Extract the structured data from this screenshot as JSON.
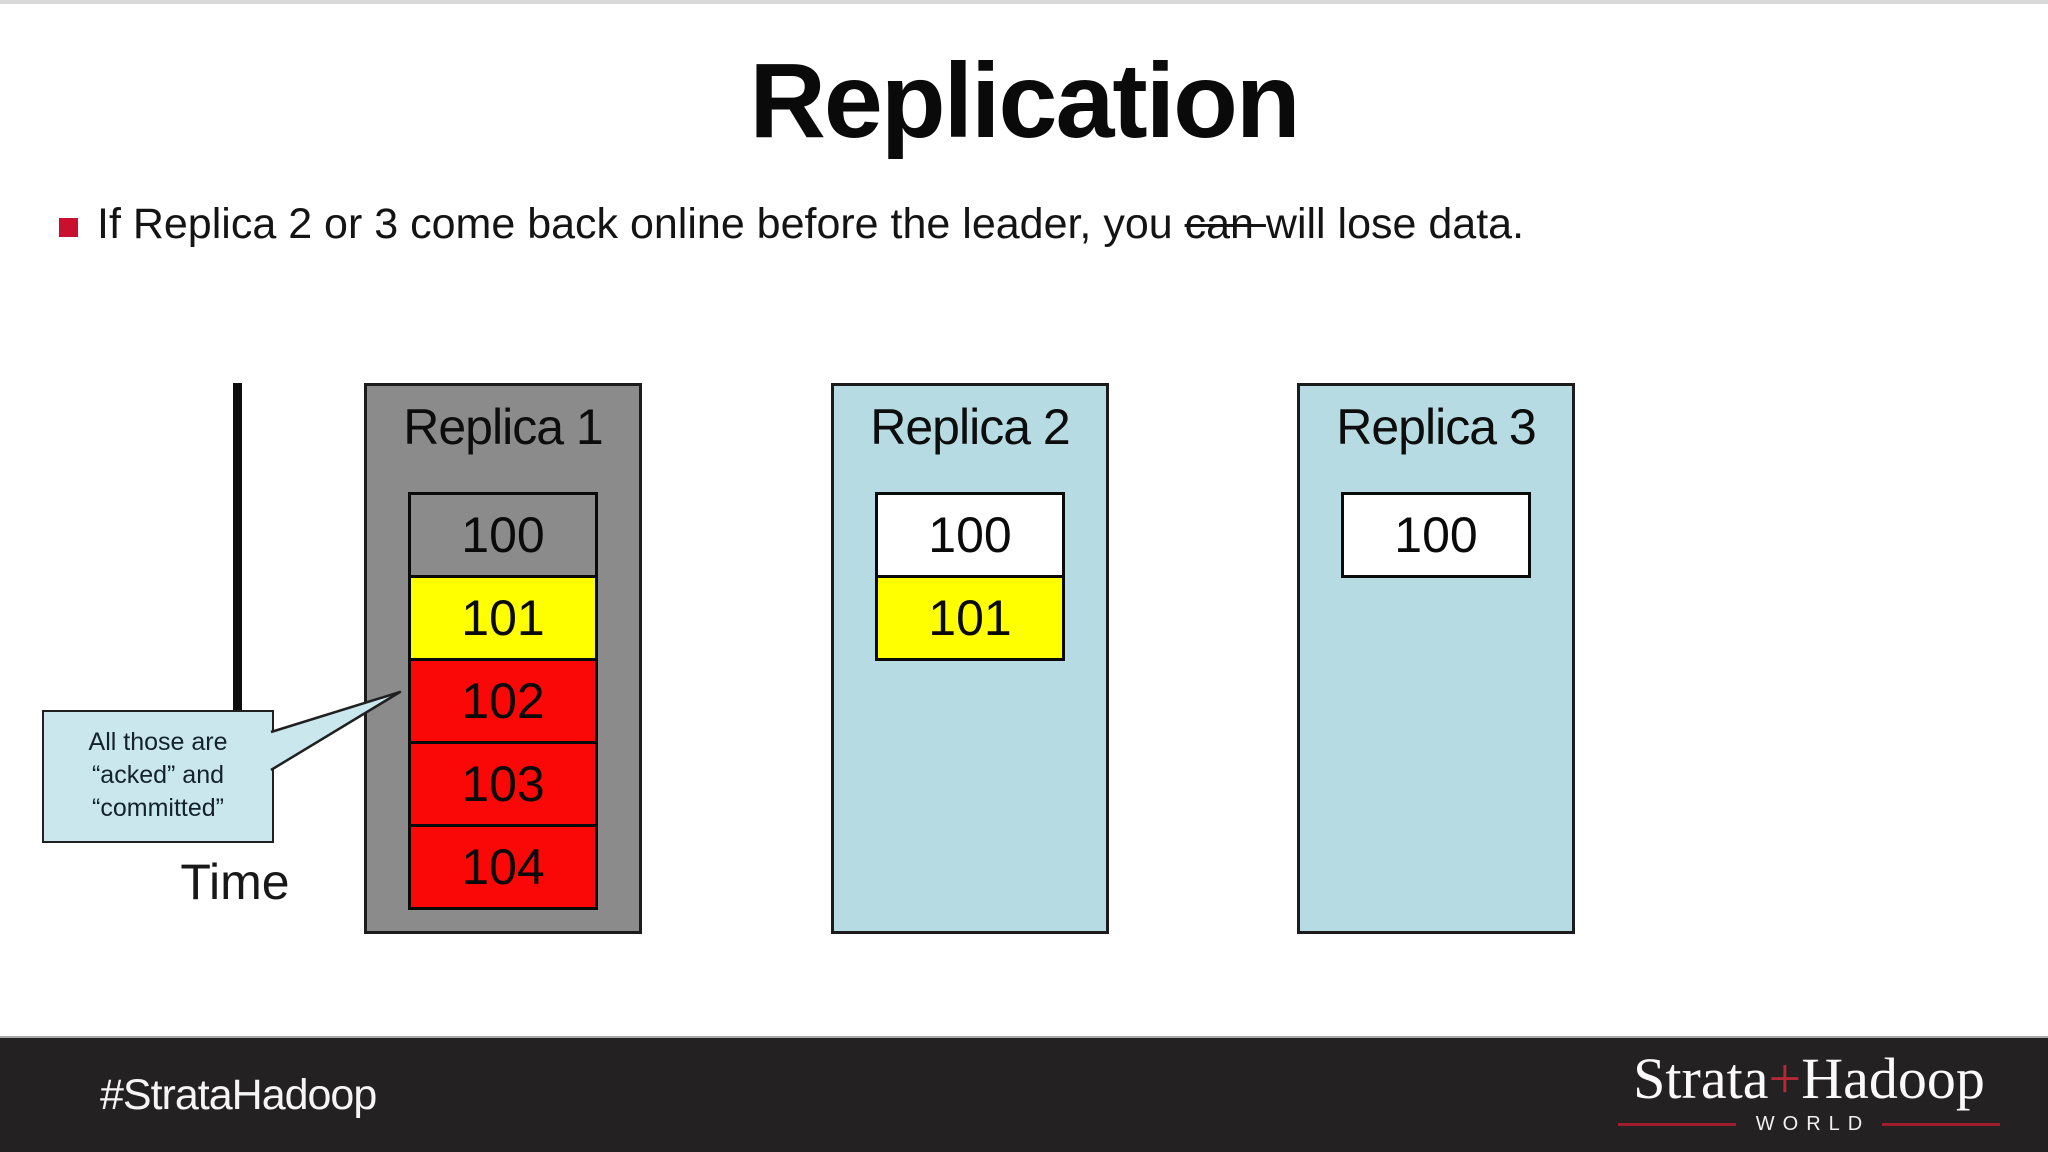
{
  "slide": {
    "title": "Replication",
    "bullet": {
      "before": "If Replica 2 or 3 come back online before the leader, you ",
      "struck": "can ",
      "after": "will lose data."
    }
  },
  "diagram": {
    "time_label": "Time",
    "callout": {
      "line1": "All those are",
      "line2": "“acked” and",
      "line3": "“committed”"
    },
    "replicas": [
      {
        "name": "Replica 1",
        "box_bg": "#8b8b8b",
        "cells": [
          {
            "value": "100",
            "bg": "#8b8b8b"
          },
          {
            "value": "101",
            "bg": "#ffff00"
          },
          {
            "value": "102",
            "bg": "#fa0707"
          },
          {
            "value": "103",
            "bg": "#fa0707"
          },
          {
            "value": "104",
            "bg": "#fa0707"
          }
        ]
      },
      {
        "name": "Replica 2",
        "box_bg": "#b7dbe2",
        "cells": [
          {
            "value": "100",
            "bg": "#ffffff"
          },
          {
            "value": "101",
            "bg": "#ffff00"
          }
        ]
      },
      {
        "name": "Replica 3",
        "box_bg": "#b7dbe2",
        "cells": [
          {
            "value": "100",
            "bg": "#ffffff"
          }
        ]
      }
    ]
  },
  "footer": {
    "hashtag": "#StrataHadoop",
    "logo": {
      "strata": "Strata",
      "plus": "+",
      "hadoop": "Hadoop",
      "world": "WORLD"
    }
  },
  "colors": {
    "bullet_marker": "#c9102e",
    "timeline_black": "#0d0d0d",
    "callout_bg": "#c9e7ed",
    "footer_bg": "#242122",
    "logo_line_red": "#a01d2e"
  }
}
